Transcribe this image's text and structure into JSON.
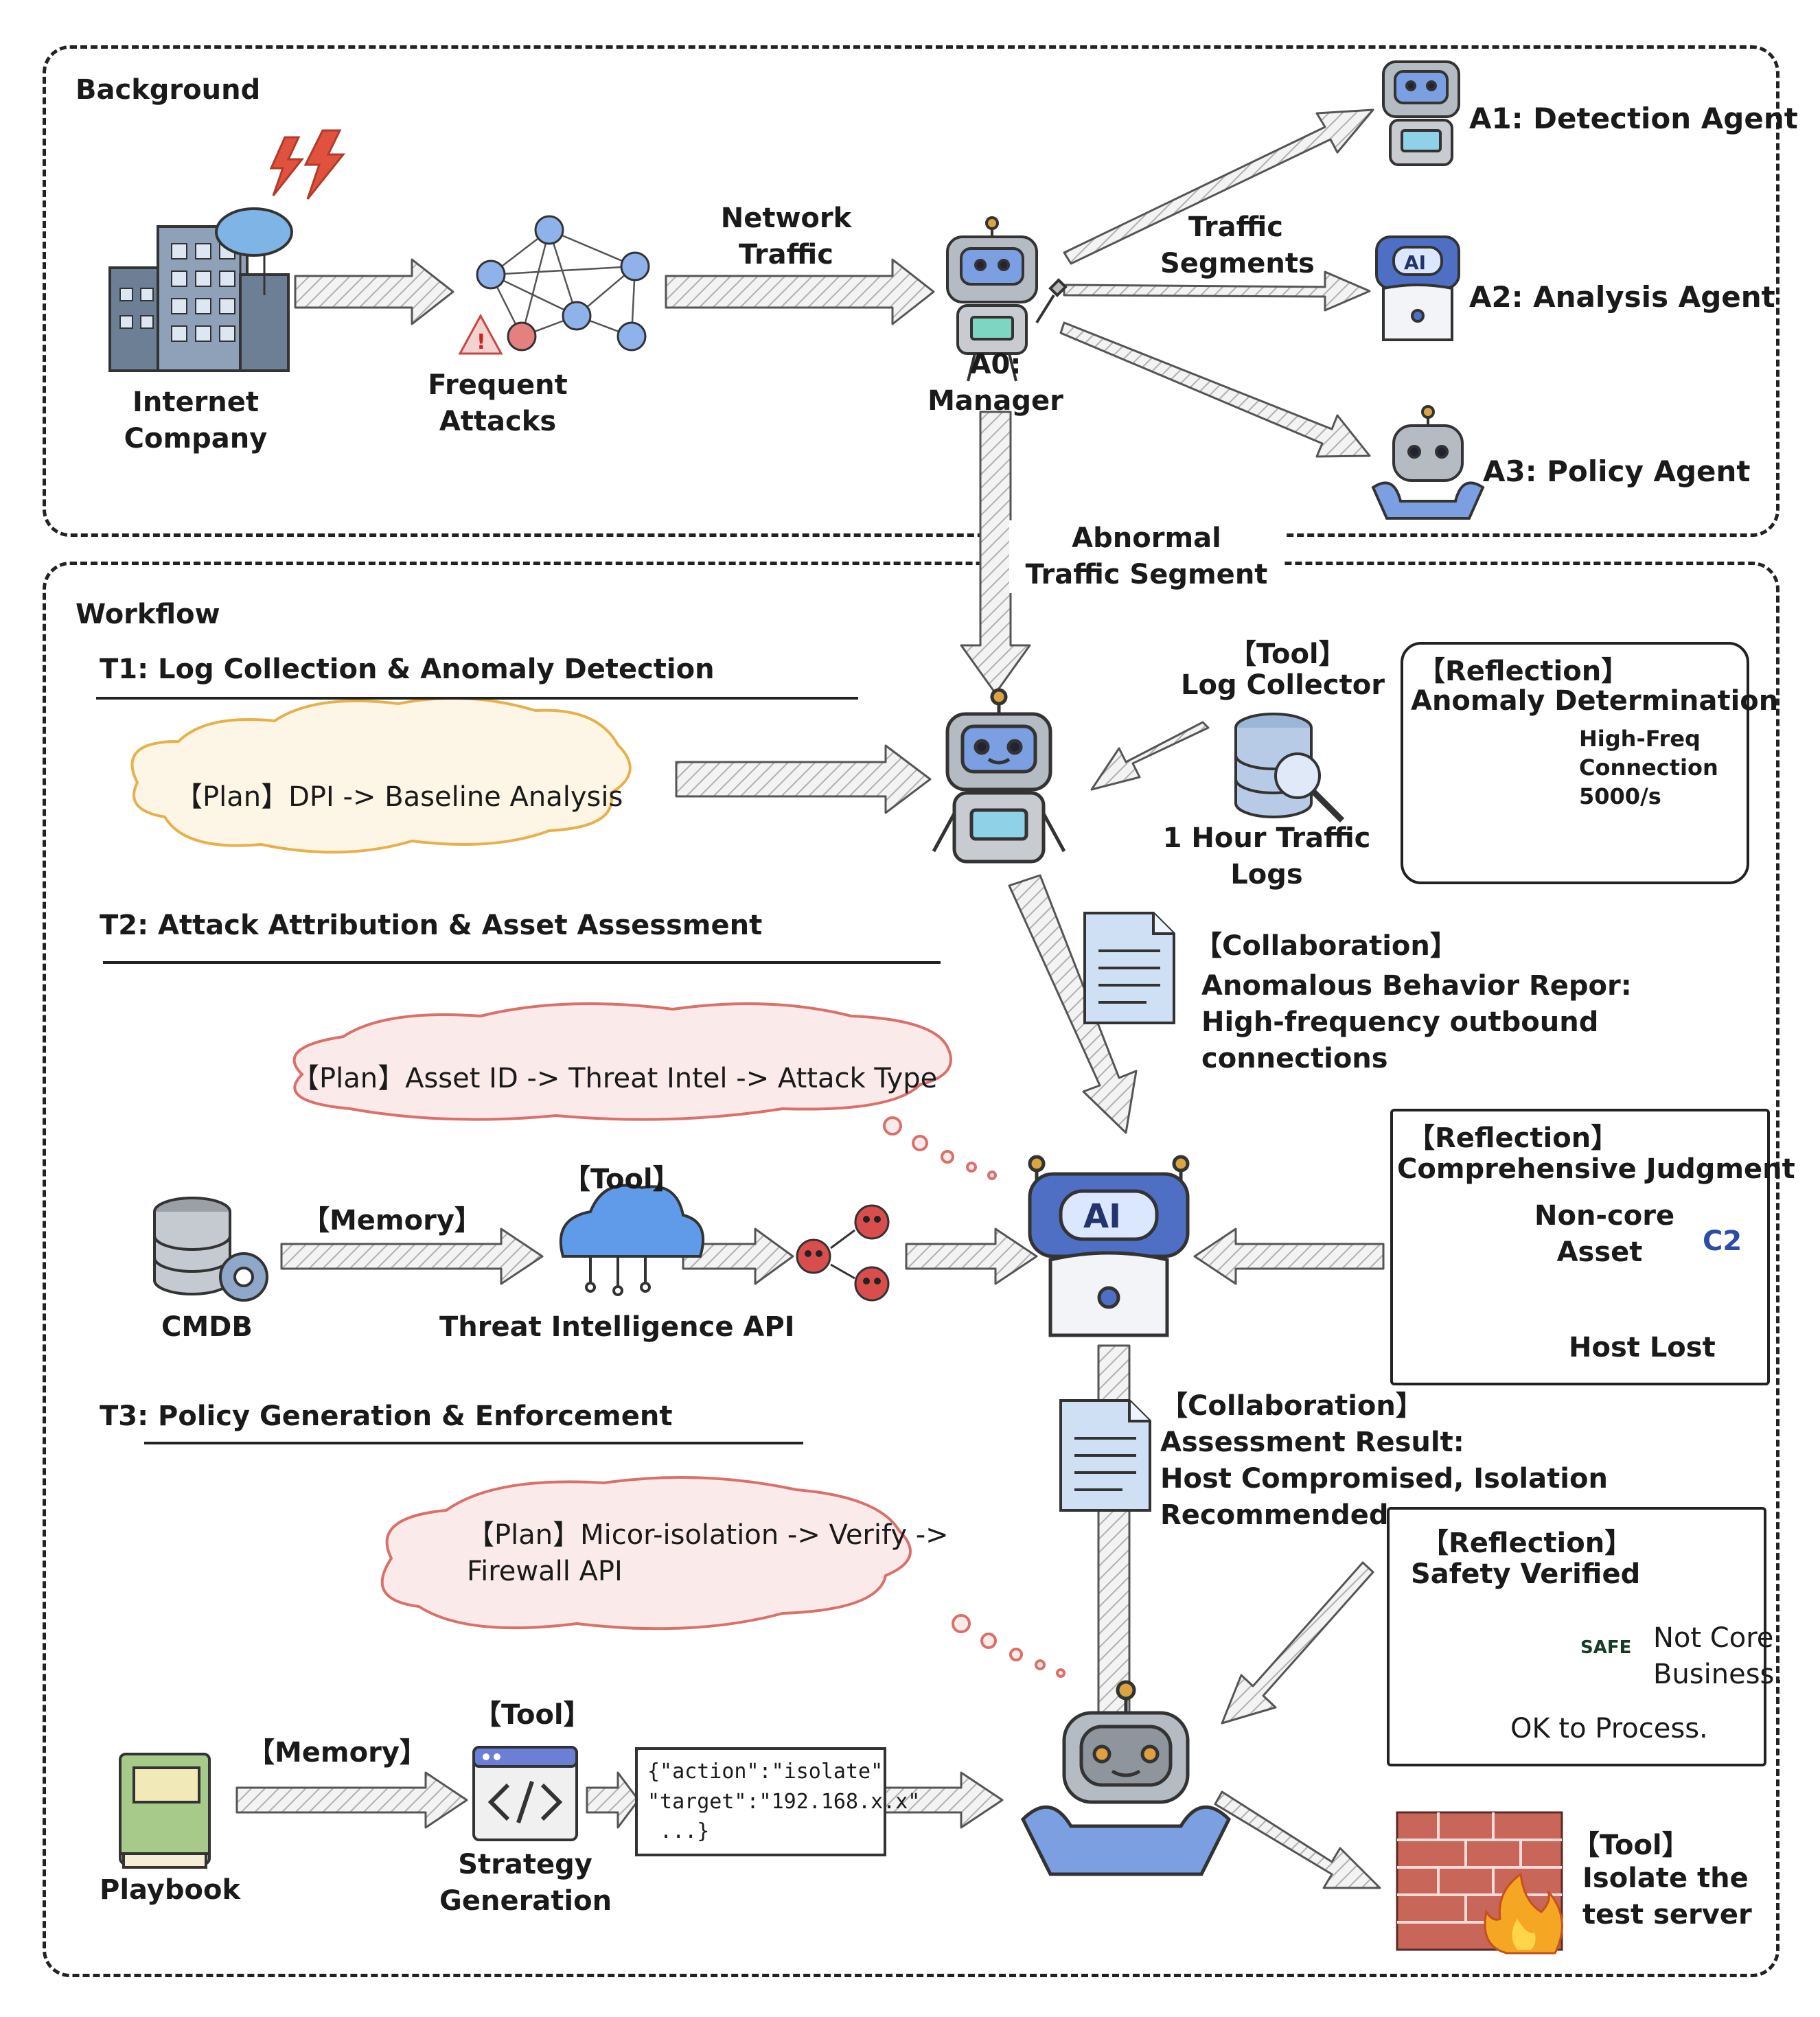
{
  "background": {
    "title": "Background",
    "internet_company": [
      "Internet",
      "Company"
    ],
    "frequent_attacks": [
      "Frequent",
      "Attacks"
    ],
    "network_traffic": [
      "Network",
      "Traffic"
    ],
    "manager": [
      "A0:",
      "Manager"
    ],
    "traffic_segments": [
      "Traffic",
      "Segments"
    ],
    "a1": "A1: Detection Agent",
    "a2": "A2: Analysis Agent",
    "a3": "A3: Policy Agent",
    "abnormal_segment": [
      "Abnormal",
      "Traffic Segment"
    ]
  },
  "workflow": {
    "title": "Workflow",
    "t1": {
      "heading": "T1: Log Collection & Anomaly Detection",
      "plan": "【Plan】DPI -> Baseline Analysis",
      "tool_tag": "【Tool】",
      "tool_name": "Log Collector",
      "logs": [
        "1 Hour Traffic",
        "Logs"
      ],
      "reflection_tag": "【Reflection】",
      "reflection_title": "Anomaly Determination",
      "chart_label": [
        "High-Freq",
        "Connection",
        "5000/s"
      ]
    },
    "t2": {
      "heading": "T2: Attack Attribution & Asset Assessment",
      "collab_tag": "【Collaboration】",
      "collab_lines": [
        "Anomalous Behavior Repor:",
        "High-frequency outbound",
        "connections"
      ],
      "plan": "【Plan】Asset ID -> Threat Intel -> Attack Type",
      "memory_tag": "【Memory】",
      "tool_tag": "【Tool】",
      "cmdb": "CMDB",
      "threat_api": "Threat Intelligence API",
      "reflection_tag": "【Reflection】",
      "reflection_title": "Comprehensive Judgment",
      "noncore": [
        "Non-core",
        "Asset"
      ],
      "c2": "C2",
      "host_lost": "Host Lost"
    },
    "t3": {
      "heading": "T3: Policy Generation & Enforcement",
      "collab_tag": "【Collaboration】",
      "collab_lines": [
        "Assessment Result:",
        "Host Compromised, Isolation",
        "Recommended"
      ],
      "plan": [
        "【Plan】Micor-isolation -> Verify ->",
        "Firewall API"
      ],
      "reflection_tag": "【Reflection】",
      "reflection_title": "Safety Verified",
      "safe_badge": "SAFE",
      "not_core": [
        "Not Core",
        "Business."
      ],
      "ok": "OK to Process.",
      "memory_tag": "【Memory】",
      "tool_tag": "【Tool】",
      "playbook": "Playbook",
      "strategy": [
        "Strategy",
        "Generation"
      ],
      "json_snippet": "{\"action\":\"isolate\"\n\"target\":\"192.168.x.x\"\n ...}",
      "fw_tool_tag": "【Tool】",
      "fw_action": [
        "Isolate the",
        "test server"
      ]
    }
  },
  "colors": {
    "robot_blue": "#6f8fd6",
    "robot_gray": "#9aa0a6",
    "cloud_yellow": "#e7b04a",
    "cloud_red": "#d9706a",
    "brick": "#c9665a",
    "shield_green": "#3fa36b"
  }
}
